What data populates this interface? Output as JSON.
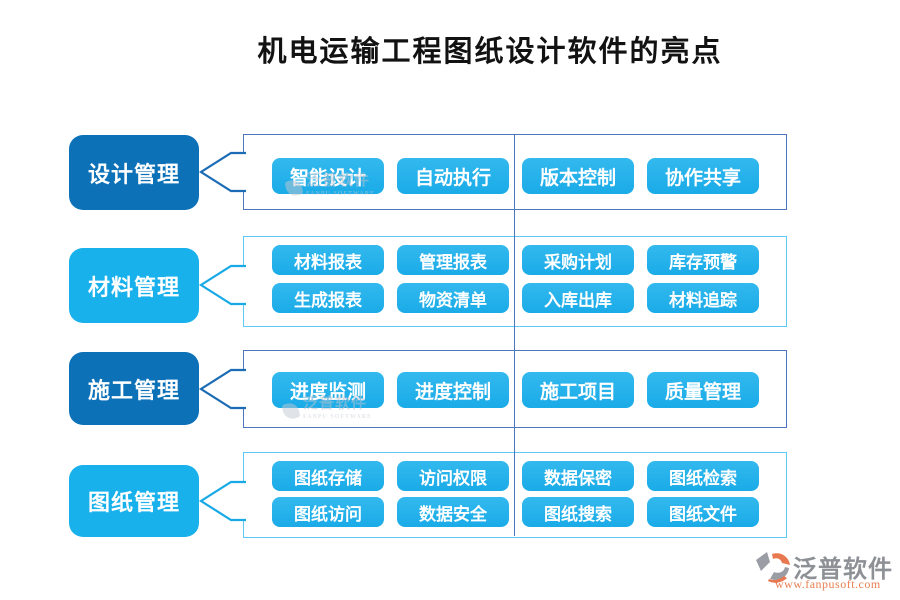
{
  "title": "机电运输工程图纸设计软件的亮点",
  "colors": {
    "label_dark_blue": "#0d71b8",
    "label_cyan": "#18b1ec",
    "pill_cyan": "#22b0e9",
    "box_border_dark": "#4d77bd",
    "box_border_cyan": "#5fc9f3",
    "divider_blue": "#4d77bd",
    "title_color": "#121212",
    "brand_gray": "#8d9095",
    "brand_orange": "#e87f50"
  },
  "rows": [
    {
      "label": "设计管理",
      "variant": "dark",
      "button_rows": [
        [
          "智能设计",
          "自动执行",
          "版本控制",
          "协作共享"
        ]
      ]
    },
    {
      "label": "材料管理",
      "variant": "cyan",
      "button_rows": [
        [
          "材料报表",
          "管理报表",
          "采购计划",
          "库存预警"
        ],
        [
          "生成报表",
          "物资清单",
          "入库出库",
          "材料追踪"
        ]
      ]
    },
    {
      "label": "施工管理",
      "variant": "dark",
      "button_rows": [
        [
          "进度监测",
          "进度控制",
          "施工项目",
          "质量管理"
        ]
      ]
    },
    {
      "label": "图纸管理",
      "variant": "cyan",
      "button_rows": [
        [
          "图纸存储",
          "访问权限",
          "数据保密",
          "图纸检索"
        ],
        [
          "图纸访问",
          "数据安全",
          "图纸搜索",
          "图纸文件"
        ]
      ]
    }
  ],
  "watermark": {
    "text": "泛普软件",
    "subtext": "FANPU SOFTWARE"
  },
  "brand": {
    "name": "泛普软件",
    "url": "www.fanpusoft.com"
  }
}
